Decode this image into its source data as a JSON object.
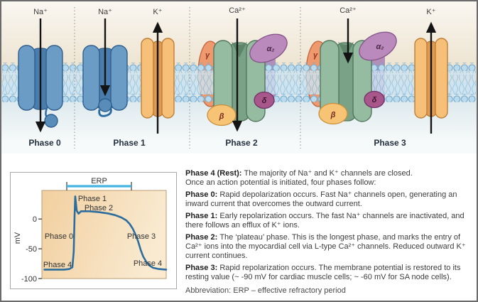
{
  "colors": {
    "extracellular_bg": "#f0e6d3",
    "intracellular_bg": "#d7e5e9",
    "membrane_head_blue": "#badbee",
    "membrane_tail_blue": "#cde4f2",
    "sodium_channel_blue": "#6b9cc6",
    "potassium_channel_orange": "#f7c078",
    "calcium_channel_green": "#95bba1",
    "gamma_subunit_orange": "#ef9a6e",
    "alpha2_subunit_purple": "#ba8abc",
    "delta_subunit_magenta": "#a8578b",
    "beta_subunit_gold": "#f6c474",
    "curve_blue": "#2c6d9e",
    "erp_bar_cyan": "#45b5e0",
    "plot_bg_left": "#f2cf9f",
    "plot_bg_right": "#f9ead0"
  },
  "diagram": {
    "phase_sections": [
      {
        "label": "Phase 0"
      },
      {
        "label": "Phase 1"
      },
      {
        "label": "Phase 2"
      },
      {
        "label": "Phase 3"
      }
    ],
    "ion_labels": {
      "phase0_na": "Na⁺",
      "phase1_na": "Na⁺",
      "phase1_k": "K⁺",
      "phase2_ca": "Ca²⁺",
      "phase3_ca": "Ca²⁺",
      "phase3_k": "K⁺"
    },
    "subunits": {
      "gamma": "γ",
      "alpha2": "α₂",
      "delta": "δ",
      "beta": "β"
    }
  },
  "chart_data": {
    "type": "line",
    "title": "",
    "xlabel": "",
    "ylabel": "mV",
    "y_tick_labels": [
      "0",
      "-50",
      "-100"
    ],
    "y_ticks": [
      0,
      -50,
      -100
    ],
    "ylim": [
      -100,
      48
    ],
    "xlim": [
      0,
      1
    ],
    "grid": false,
    "erp": {
      "label": "ERP",
      "t_start": 0.2,
      "t_end": 0.72
    },
    "annotations": [
      {
        "label": "Phase 1"
      },
      {
        "label": "Phase 2"
      },
      {
        "label": "Phase 0"
      },
      {
        "label": "Phase 3"
      },
      {
        "label": "Phase 4"
      },
      {
        "label": "Phase 4"
      }
    ],
    "series": [
      {
        "name": "cardiac action potential",
        "points": [
          [
            0.02,
            -85
          ],
          [
            0.18,
            -85
          ],
          [
            0.22,
            -84
          ],
          [
            0.245,
            -81
          ],
          [
            0.256,
            -55
          ],
          [
            0.263,
            5
          ],
          [
            0.268,
            38
          ],
          [
            0.273,
            28
          ],
          [
            0.28,
            14
          ],
          [
            0.295,
            9
          ],
          [
            0.315,
            13
          ],
          [
            0.38,
            13
          ],
          [
            0.46,
            11.5
          ],
          [
            0.53,
            9.5
          ],
          [
            0.59,
            6.5
          ],
          [
            0.64,
            2.5
          ],
          [
            0.68,
            -2.5
          ],
          [
            0.705,
            -8
          ],
          [
            0.73,
            -16
          ],
          [
            0.755,
            -27
          ],
          [
            0.775,
            -38
          ],
          [
            0.795,
            -52
          ],
          [
            0.815,
            -63
          ],
          [
            0.84,
            -72
          ],
          [
            0.865,
            -78
          ],
          [
            0.895,
            -82
          ],
          [
            0.94,
            -84
          ],
          [
            1.0,
            -85
          ]
        ]
      }
    ]
  },
  "panel": {
    "paragraphs": [
      {
        "bold": "Phase 4 (Rest): ",
        "text": "The majority of Na⁺ and K⁺ channels are closed."
      },
      {
        "bold": "",
        "text": "Once an action potential is initiated, four phases follow:"
      },
      {
        "bold": "Phase 0: ",
        "text": "Rapid depolarization occurs. Fast Na⁺ channels open, generating an inward current that overcomes the outward current."
      },
      {
        "bold": "Phase 1: ",
        "text": "Early repolarization occurs. The fast Na⁺ channels are inactivated, and there follows an efflux of K⁺ ions."
      },
      {
        "bold": "Phase 2: ",
        "text": "The ‘plateau’ phase. This is the longest phase, and marks the entry of Ca²⁺ ions into the myocardial cell via L-type Ca²⁺ channels. Reduced outward K⁺ current continues."
      },
      {
        "bold": "Phase 3: ",
        "text": "Rapid repolarization occurs. The membrane potential is restored to its resting value (~ -90 mV for cardiac muscle cells; ~ -60 mV for SA node cells)."
      },
      {
        "bold": "",
        "text": "Abbreviation: ERP – effective refractory period"
      }
    ]
  }
}
